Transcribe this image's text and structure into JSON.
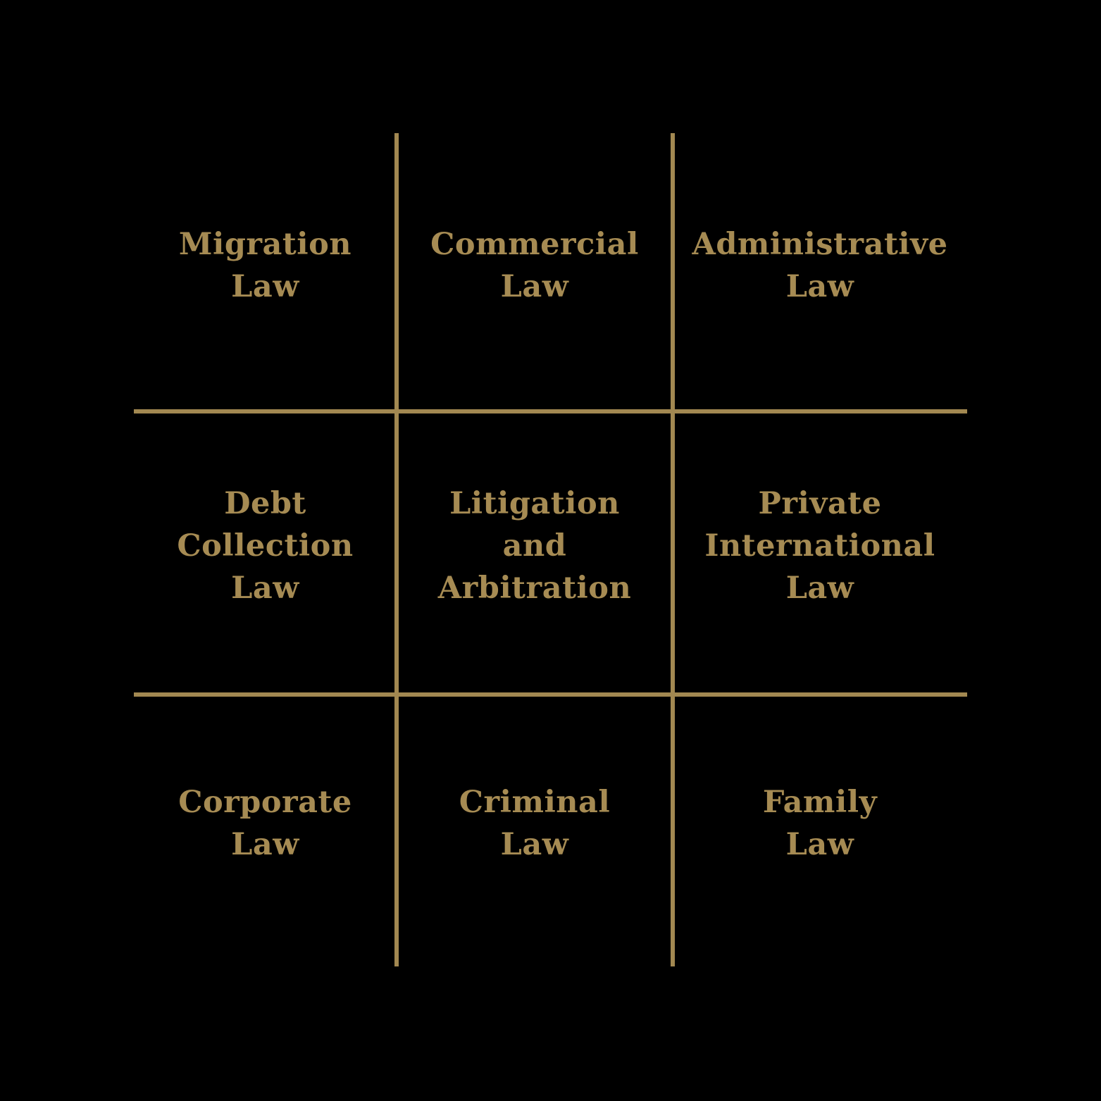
{
  "colors": {
    "background": "#000000",
    "text_gold": "#a68b53",
    "grid_line_gold": "#a28851"
  },
  "grid": {
    "rows": 3,
    "cols": 3,
    "cells": [
      {
        "id": "migration-law",
        "label": "Migration\nLaw"
      },
      {
        "id": "commercial-law",
        "label": "Commercial\nLaw"
      },
      {
        "id": "administrative-law",
        "label": "Administrative\nLaw"
      },
      {
        "id": "debt-collection-law",
        "label": "Debt\nCollection\nLaw"
      },
      {
        "id": "litigation-and-arbitration",
        "label": "Litigation\nand\nArbitration"
      },
      {
        "id": "private-international-law",
        "label": "Private\nInternational\nLaw"
      },
      {
        "id": "corporate-law",
        "label": "Corporate\nLaw"
      },
      {
        "id": "criminal-law",
        "label": "Criminal\nLaw"
      },
      {
        "id": "family-law",
        "label": "Family\nLaw"
      }
    ]
  }
}
